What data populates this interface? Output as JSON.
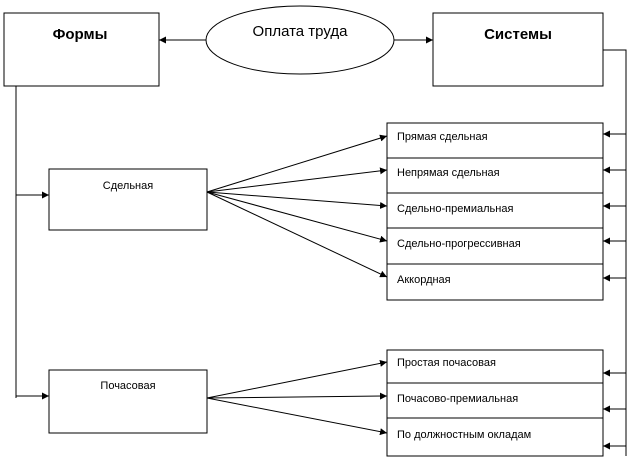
{
  "center": {
    "label": "Оплата труда"
  },
  "left_header": {
    "label": "Формы"
  },
  "right_header": {
    "label": "Системы"
  },
  "forms": [
    {
      "label": "Сдельная"
    },
    {
      "label": "Почасовая"
    }
  ],
  "piecework_systems": [
    {
      "label": "Прямая сдельная"
    },
    {
      "label": "Непрямая  сдельная"
    },
    {
      "label": "Сдельно-премиальная"
    },
    {
      "label": "Сдельно-прогрессивная"
    },
    {
      "label": "Аккордная"
    }
  ],
  "hourly_systems": [
    {
      "label": "Простая почасовая"
    },
    {
      "label": "Почасово-премиальная"
    },
    {
      "label": "По должностным окладам"
    }
  ]
}
